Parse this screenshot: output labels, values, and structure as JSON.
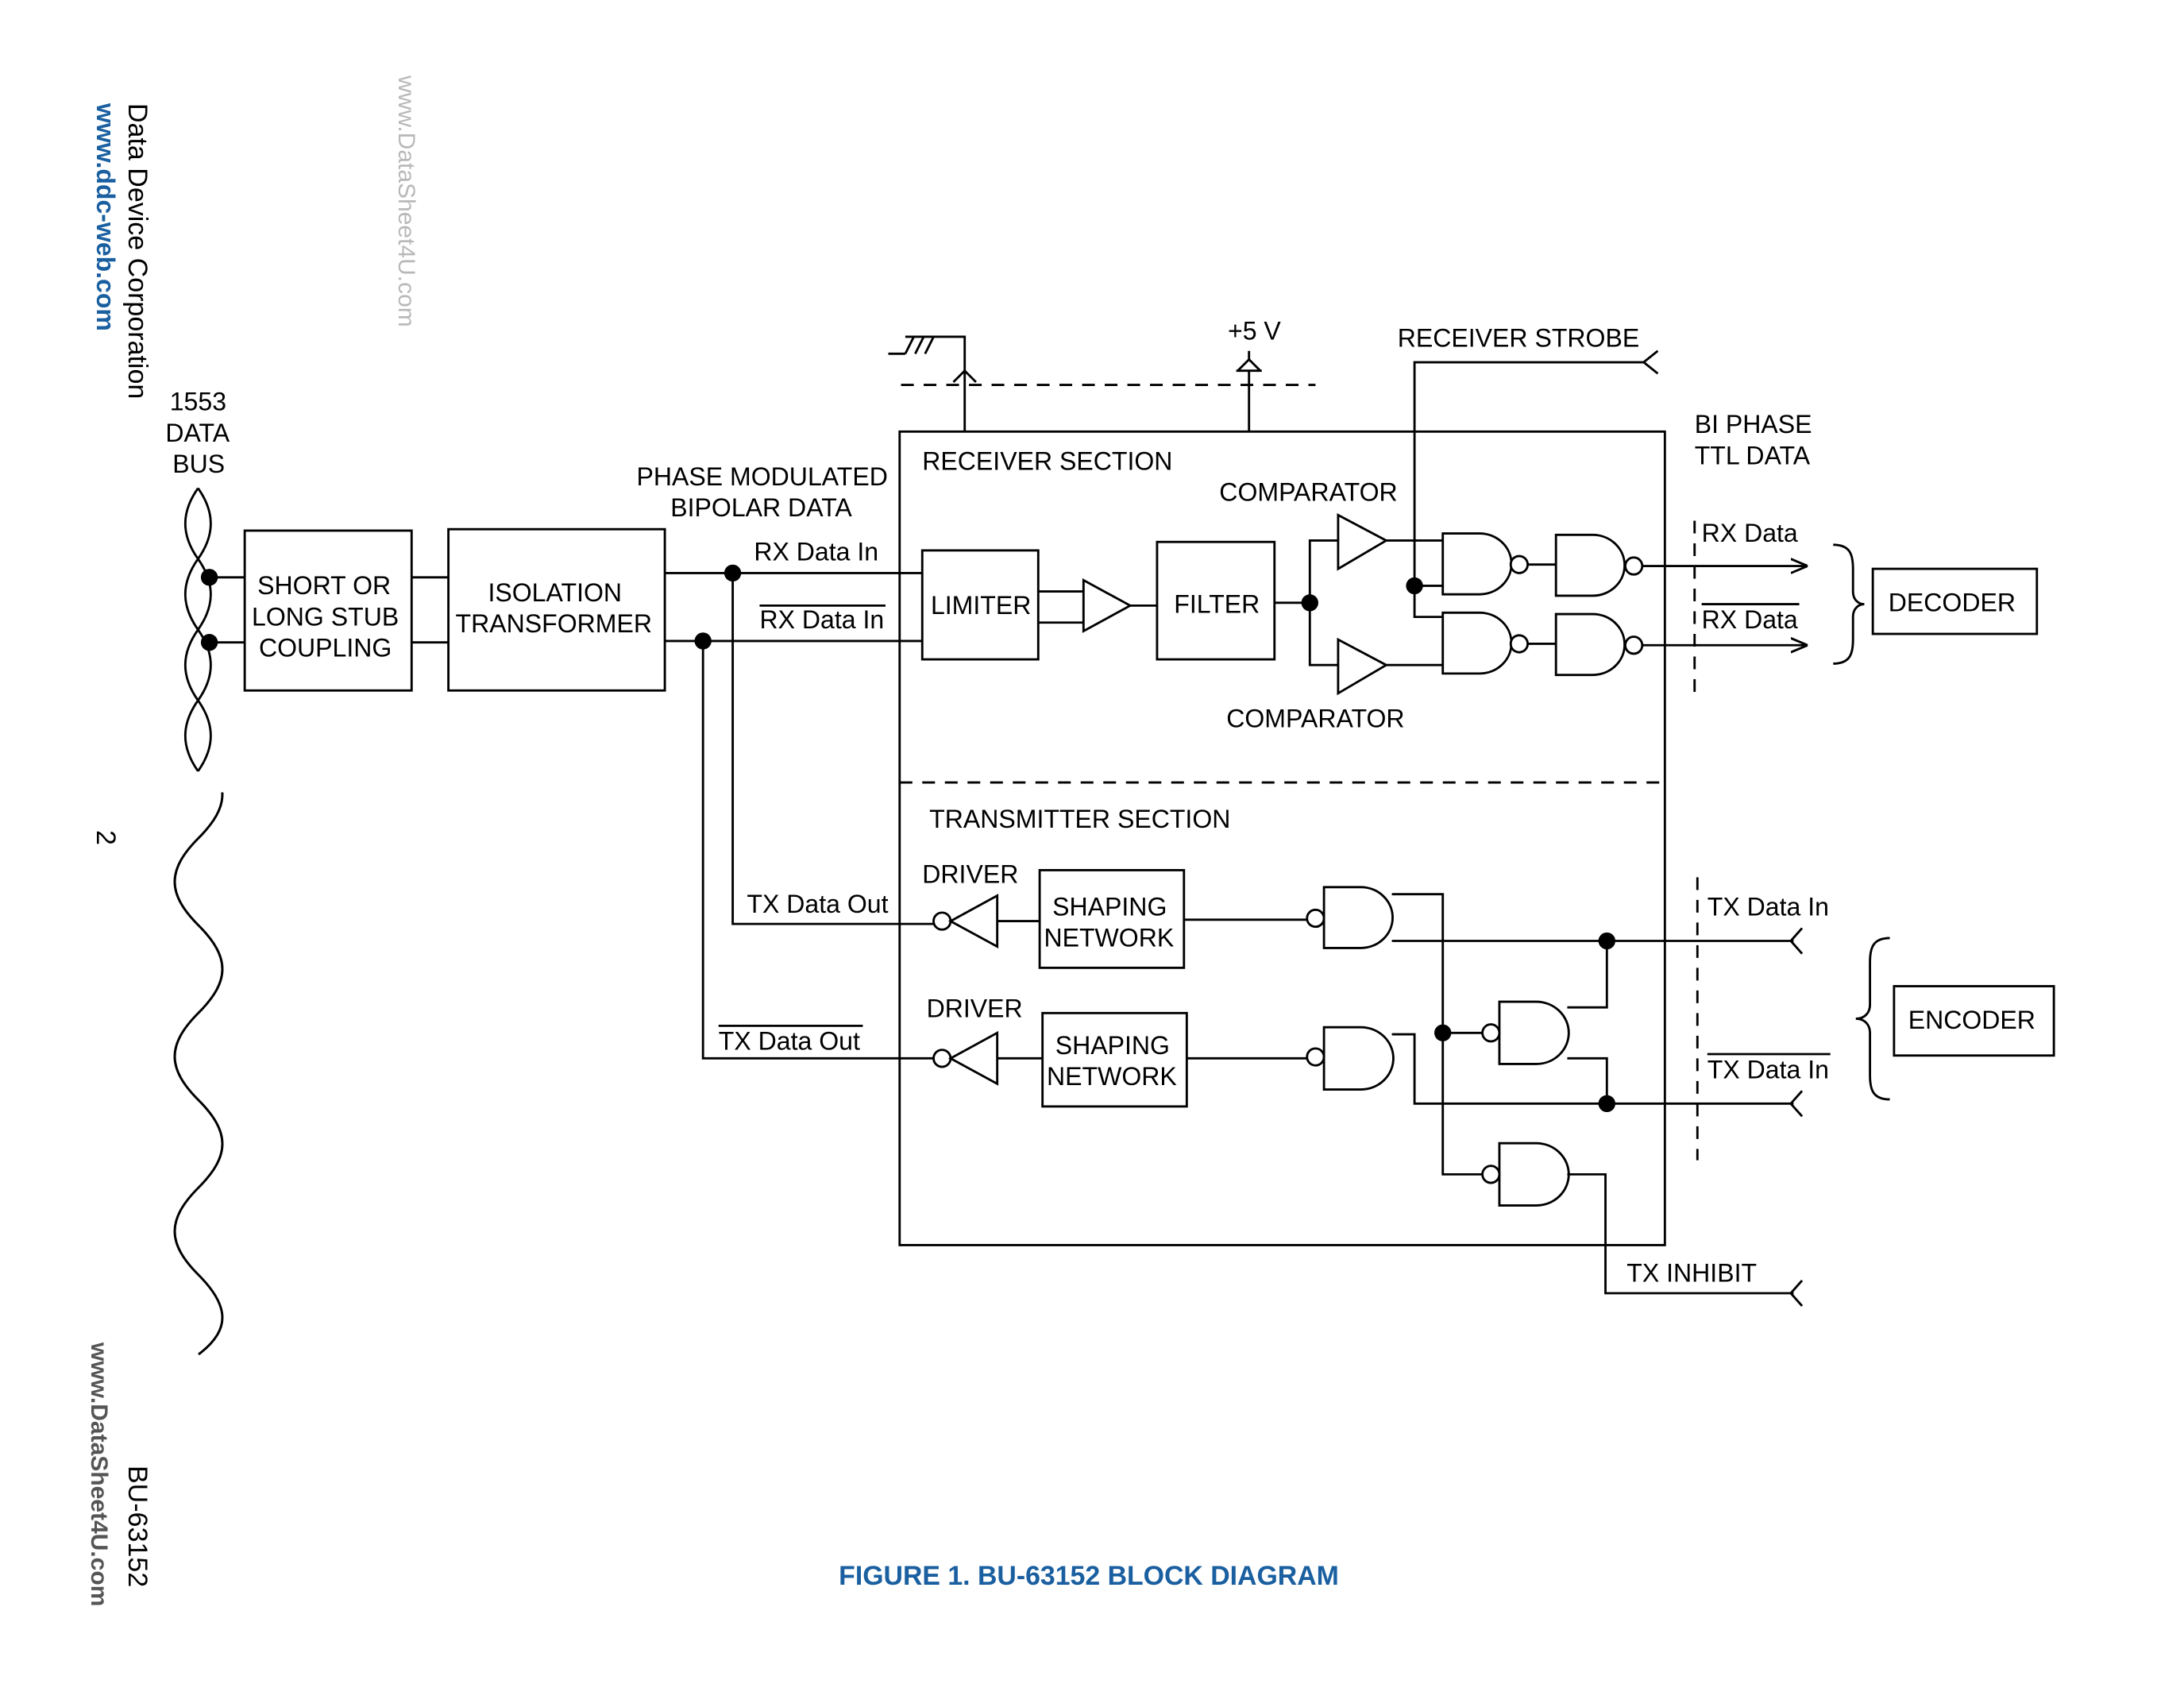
{
  "margin": {
    "company": "Data Device Corporation",
    "website": "www.ddc-web.com",
    "page_number": "2",
    "doc_id": "BU-63152",
    "watermark_top": "www.DataSheet4U.com",
    "watermark_bottom": "www.DataSheet4U.com"
  },
  "caption": "FIGURE 1. BU-63152  BLOCK DIAGRAM",
  "colors": {
    "accent": "#1a5fa0",
    "line": "#000000",
    "watermark": "#b0b0b0"
  },
  "bus": {
    "label_1": "1553",
    "label_2": "DATA",
    "label_3": "BUS"
  },
  "blocks": {
    "coupling": [
      "SHORT OR",
      "LONG STUB",
      "COUPLING"
    ],
    "isolation": [
      "ISOLATION",
      "TRANSFORMER"
    ],
    "limiter": "LIMITER",
    "filter": "FILTER",
    "shaping_1": [
      "SHAPING",
      "NETWORK"
    ],
    "shaping_2": [
      "SHAPING",
      "NETWORK"
    ],
    "decoder": "DECODER",
    "encoder": "ENCODER"
  },
  "labels": {
    "phase_modulated": [
      "PHASE MODULATED",
      "BIPOLAR DATA"
    ],
    "receiver_section": "RECEIVER SECTION",
    "transmitter_section": "TRANSMITTER SECTION",
    "comparator_top": "COMPARATOR",
    "comparator_bottom": "COMPARATOR",
    "plus5v": "+5 V",
    "receiver_strobe": "RECEIVER STROBE",
    "bi_phase": [
      "BI PHASE",
      "TTL DATA"
    ],
    "driver_1": "DRIVER",
    "driver_2": "DRIVER",
    "tx_inhibit": "TX INHIBIT"
  },
  "signals": {
    "rx_data_in": "RX Data In",
    "rx_data_in_bar": "RX Data In",
    "tx_data_out": "TX Data Out",
    "tx_data_out_bar": "TX Data Out",
    "rx_data": "RX Data",
    "rx_data_bar": "RX Data",
    "tx_data_in": "TX Data In",
    "tx_data_in_bar": "TX Data In"
  }
}
